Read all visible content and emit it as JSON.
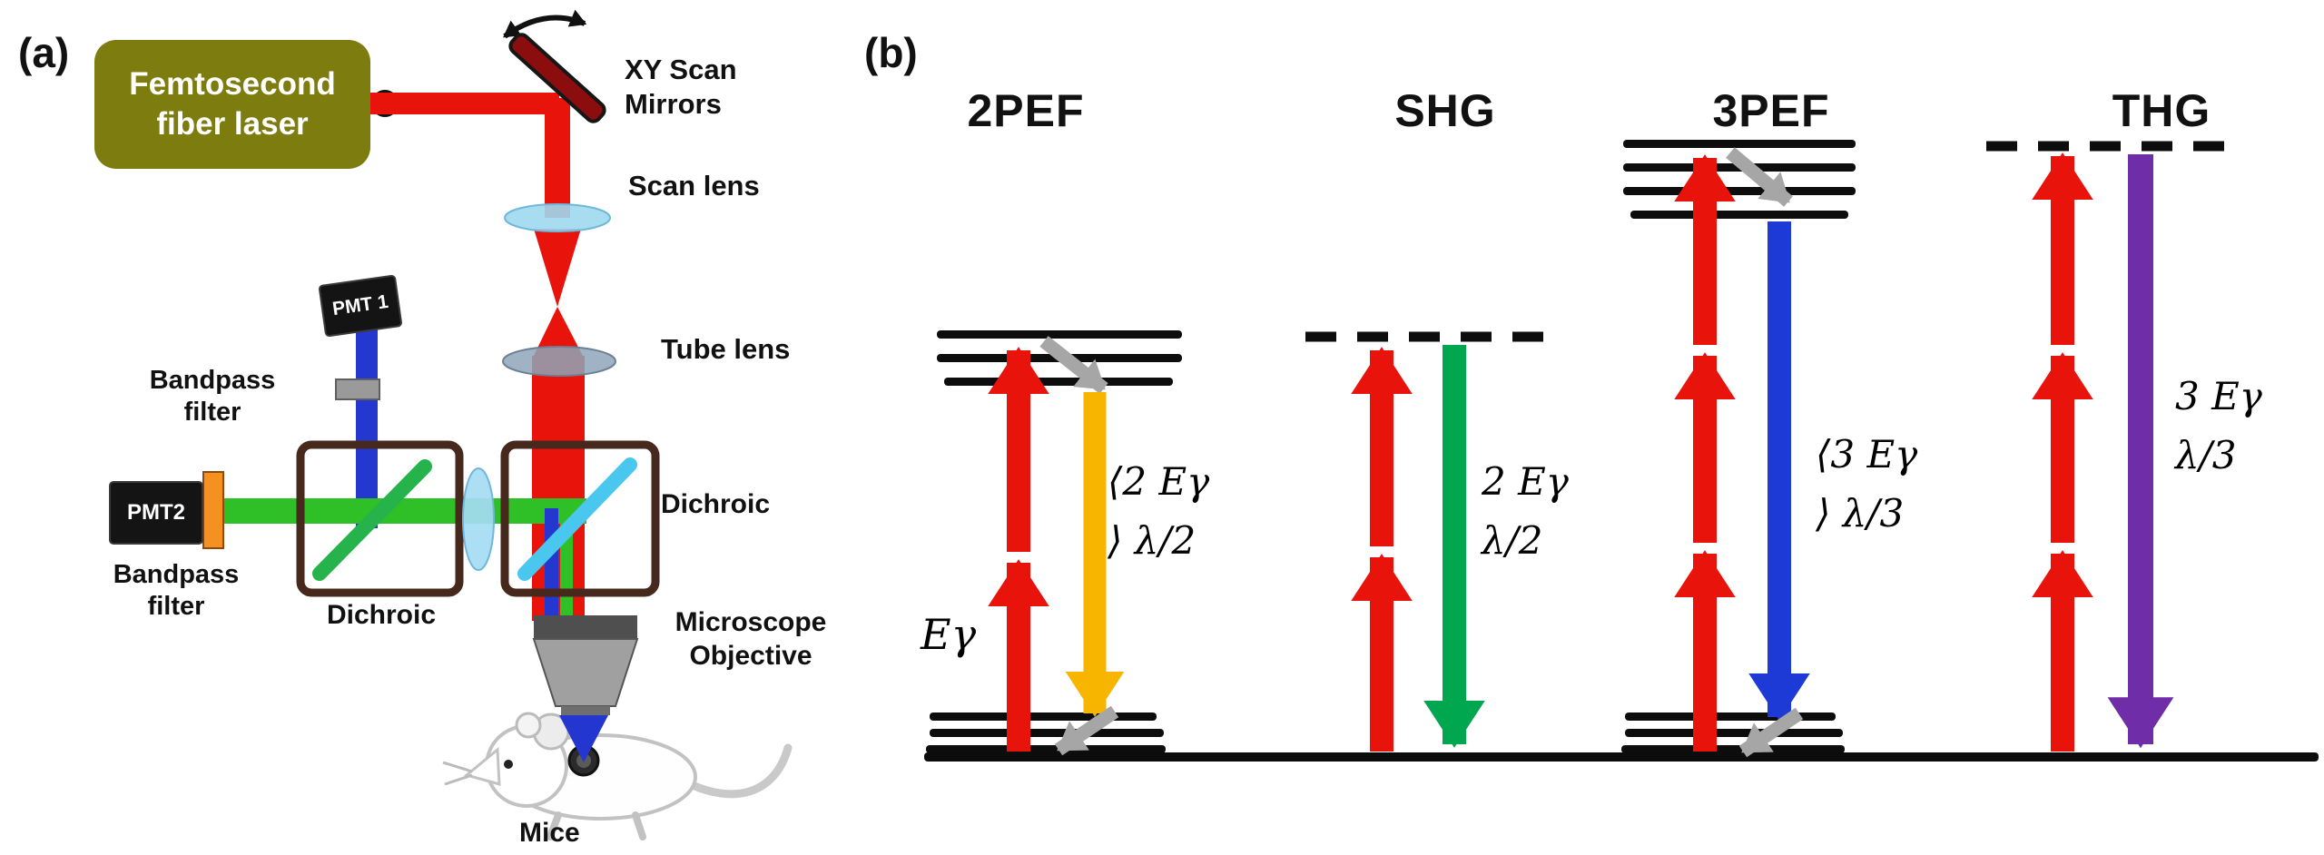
{
  "panel_a": {
    "label": "(a)",
    "laser_label": "Femtosecond fiber laser",
    "xy_scan_mirrors_label": "XY Scan Mirrors",
    "scan_lens_label": "Scan lens",
    "tube_lens_label": "Tube lens",
    "pmt1_label": "PMT 1",
    "pmt2_label": "PMT2",
    "bandpass_filter_top_label": "Bandpass filter",
    "bandpass_filter_left_label": "Bandpass filter",
    "dichroic_left_label": "Dichroic",
    "dichroic_right_label": "Dichroic",
    "microscope_objective_label": "Microscope Objective",
    "mice_label": "Mice"
  },
  "panel_b": {
    "label": "(b)",
    "diagrams": [
      {
        "title": "2PEF",
        "absorption_label": "Eγ",
        "emission_line1": "⟨2 Eγ",
        "emission_line2": "⟩ λ/2",
        "emission_color": "#f7b500"
      },
      {
        "title": "SHG",
        "emission_line1": "2 Eγ",
        "emission_line2": "λ/2",
        "emission_color": "#00a74f"
      },
      {
        "title": "3PEF",
        "emission_line1": "⟨3 Eγ",
        "emission_line2": "⟩ λ/3",
        "emission_color": "#1d3ad6"
      },
      {
        "title": "THG",
        "emission_line1": "3 Eγ",
        "emission_line2": "λ/3",
        "emission_color": "#6f2da8"
      }
    ]
  },
  "colors": {
    "excitation_red": "#e8140c",
    "pef2_emission_yellow": "#f7b500",
    "shg_emission_green": "#00a74f",
    "pef3_emission_blue": "#1d3ad6",
    "thg_emission_purple": "#6f2da8",
    "relaxation_gray": "#a6a6a6",
    "laser_box_olive": "#7d7c0f",
    "detection_green_beam": "#2fbf26",
    "detection_blue_beam": "#2438cf"
  }
}
